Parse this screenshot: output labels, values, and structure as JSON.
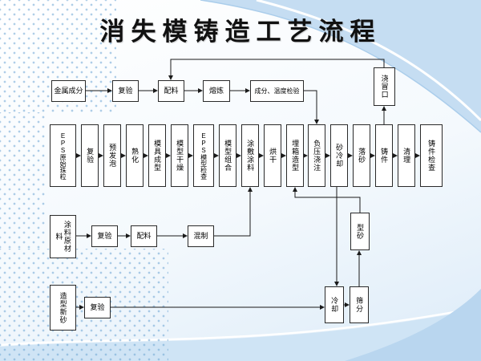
{
  "slide_title": "消失模铸造工艺流程",
  "colors": {
    "curve_blue": "#c5ddf2",
    "curve_blue_deep": "#b9d6ef",
    "dot_blue": "#6ea5d4",
    "connector_line": "#1a1a1a",
    "box_border": "#2a2a2a",
    "box_fill": "#ffffff",
    "title_color": "#111111"
  },
  "flowchart": {
    "metal_line": {
      "nodes": [
        "金属成分",
        "复验",
        "配料",
        "熔炼",
        "成分、温度检验"
      ]
    },
    "riser_label": "浇冒口",
    "main_line": {
      "nodes": [
        "EPS原始珠粒",
        "复验",
        "预发泡",
        "熟化",
        "模具成型",
        "模型干燥",
        "EPS模型检查",
        "模型组合",
        "涂敷涂料",
        "烘干",
        "埋箱造型",
        "负压浇注",
        "砂冷却",
        "落砂",
        "铸件",
        "清理",
        "铸件检查"
      ]
    },
    "coating_line": {
      "nodes": [
        "涂料原材料",
        "复验",
        "配料",
        "混制"
      ]
    },
    "sand_line": {
      "nodes": [
        "造型新砂",
        "复验",
        "冷却",
        "筛分"
      ]
    },
    "molding_sand_label": "型砂"
  }
}
